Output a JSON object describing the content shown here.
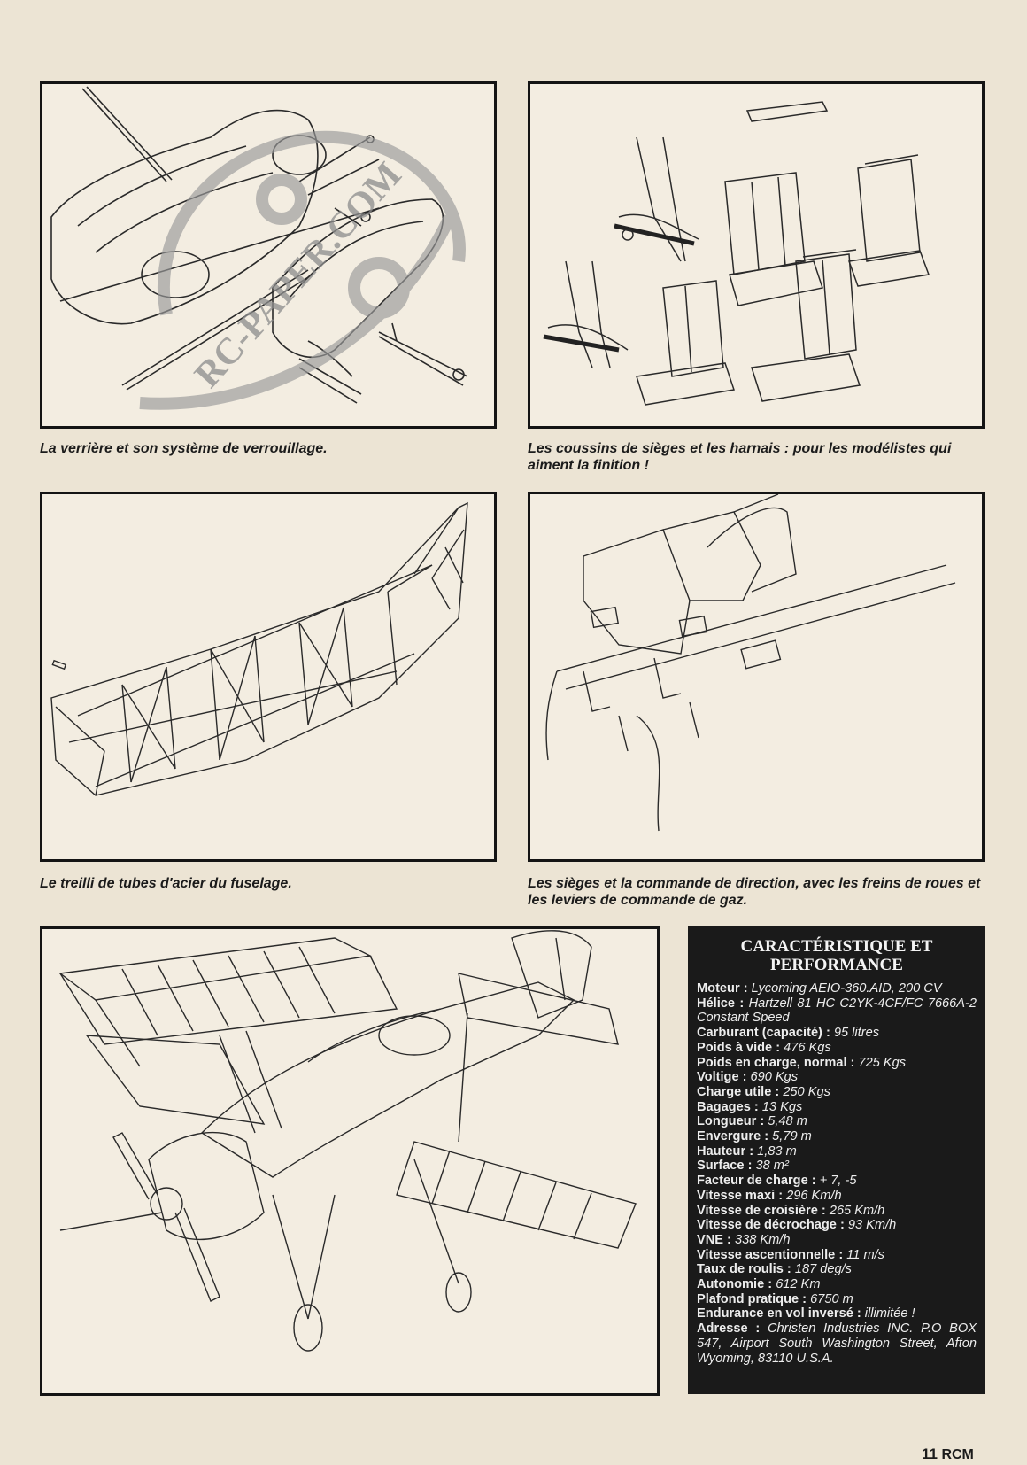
{
  "captions": {
    "canopy": "La verrière et son système de verrouillage.",
    "seats": "Les coussins de sièges et les harnais : pour les modélistes qui aiment la finition !",
    "fuselage": "Le treilli de tubes d'acier du fuselage.",
    "controls": "Les sièges et la commande de direction, avec les freins de roues et les leviers de commande de gaz."
  },
  "watermark": "RC-PAPER.COM",
  "specs": {
    "title": "CARACTÉRISTIQUE ET PERFORMANCE",
    "items": [
      {
        "label": "Moteur :",
        "value": "Lycoming AEIO-360.AID, 200 CV"
      },
      {
        "label": "Hélice :",
        "value": "Hartzell 81 HC C2YK-4CF/FC 7666A-2 Constant Speed"
      },
      {
        "label": "Carburant (capacité) :",
        "value": "95 litres"
      },
      {
        "label": "Poids à vide :",
        "value": "476 Kgs"
      },
      {
        "label": "Poids en charge, normal :",
        "value": "725 Kgs"
      },
      {
        "label": "Voltige :",
        "value": "690 Kgs"
      },
      {
        "label": "Charge utile :",
        "value": "250 Kgs"
      },
      {
        "label": "Bagages :",
        "value": "13 Kgs"
      },
      {
        "label": "Longueur :",
        "value": "5,48 m"
      },
      {
        "label": "Envergure :",
        "value": "5,79 m"
      },
      {
        "label": "Hauteur :",
        "value": "1,83 m"
      },
      {
        "label": "Surface :",
        "value": "38 m²"
      },
      {
        "label": "Facteur de charge :",
        "value": "+ 7, -5"
      },
      {
        "label": "Vitesse maxi :",
        "value": "296 Km/h"
      },
      {
        "label": "Vitesse de croisière :",
        "value": "265 Km/h"
      },
      {
        "label": "Vitesse de décrochage :",
        "value": "93 Km/h"
      },
      {
        "label": "VNE :",
        "value": "338 Km/h"
      },
      {
        "label": "Vitesse ascentionnelle :",
        "value": "11 m/s"
      },
      {
        "label": "Taux de roulis :",
        "value": "187 deg/s"
      },
      {
        "label": "Autonomie :",
        "value": "612 Km"
      },
      {
        "label": "Plafond pratique :",
        "value": "6750 m"
      },
      {
        "label": "Endurance en vol inversé :",
        "value": "illimitée !"
      },
      {
        "label": "Adresse :",
        "value": "Christen Industries INC. P.O BOX 547, Airport South Washington Street, Afton Wyoming, 83110 U.S.A."
      }
    ]
  },
  "folio": {
    "page_number": "11",
    "publication": "RCM"
  }
}
